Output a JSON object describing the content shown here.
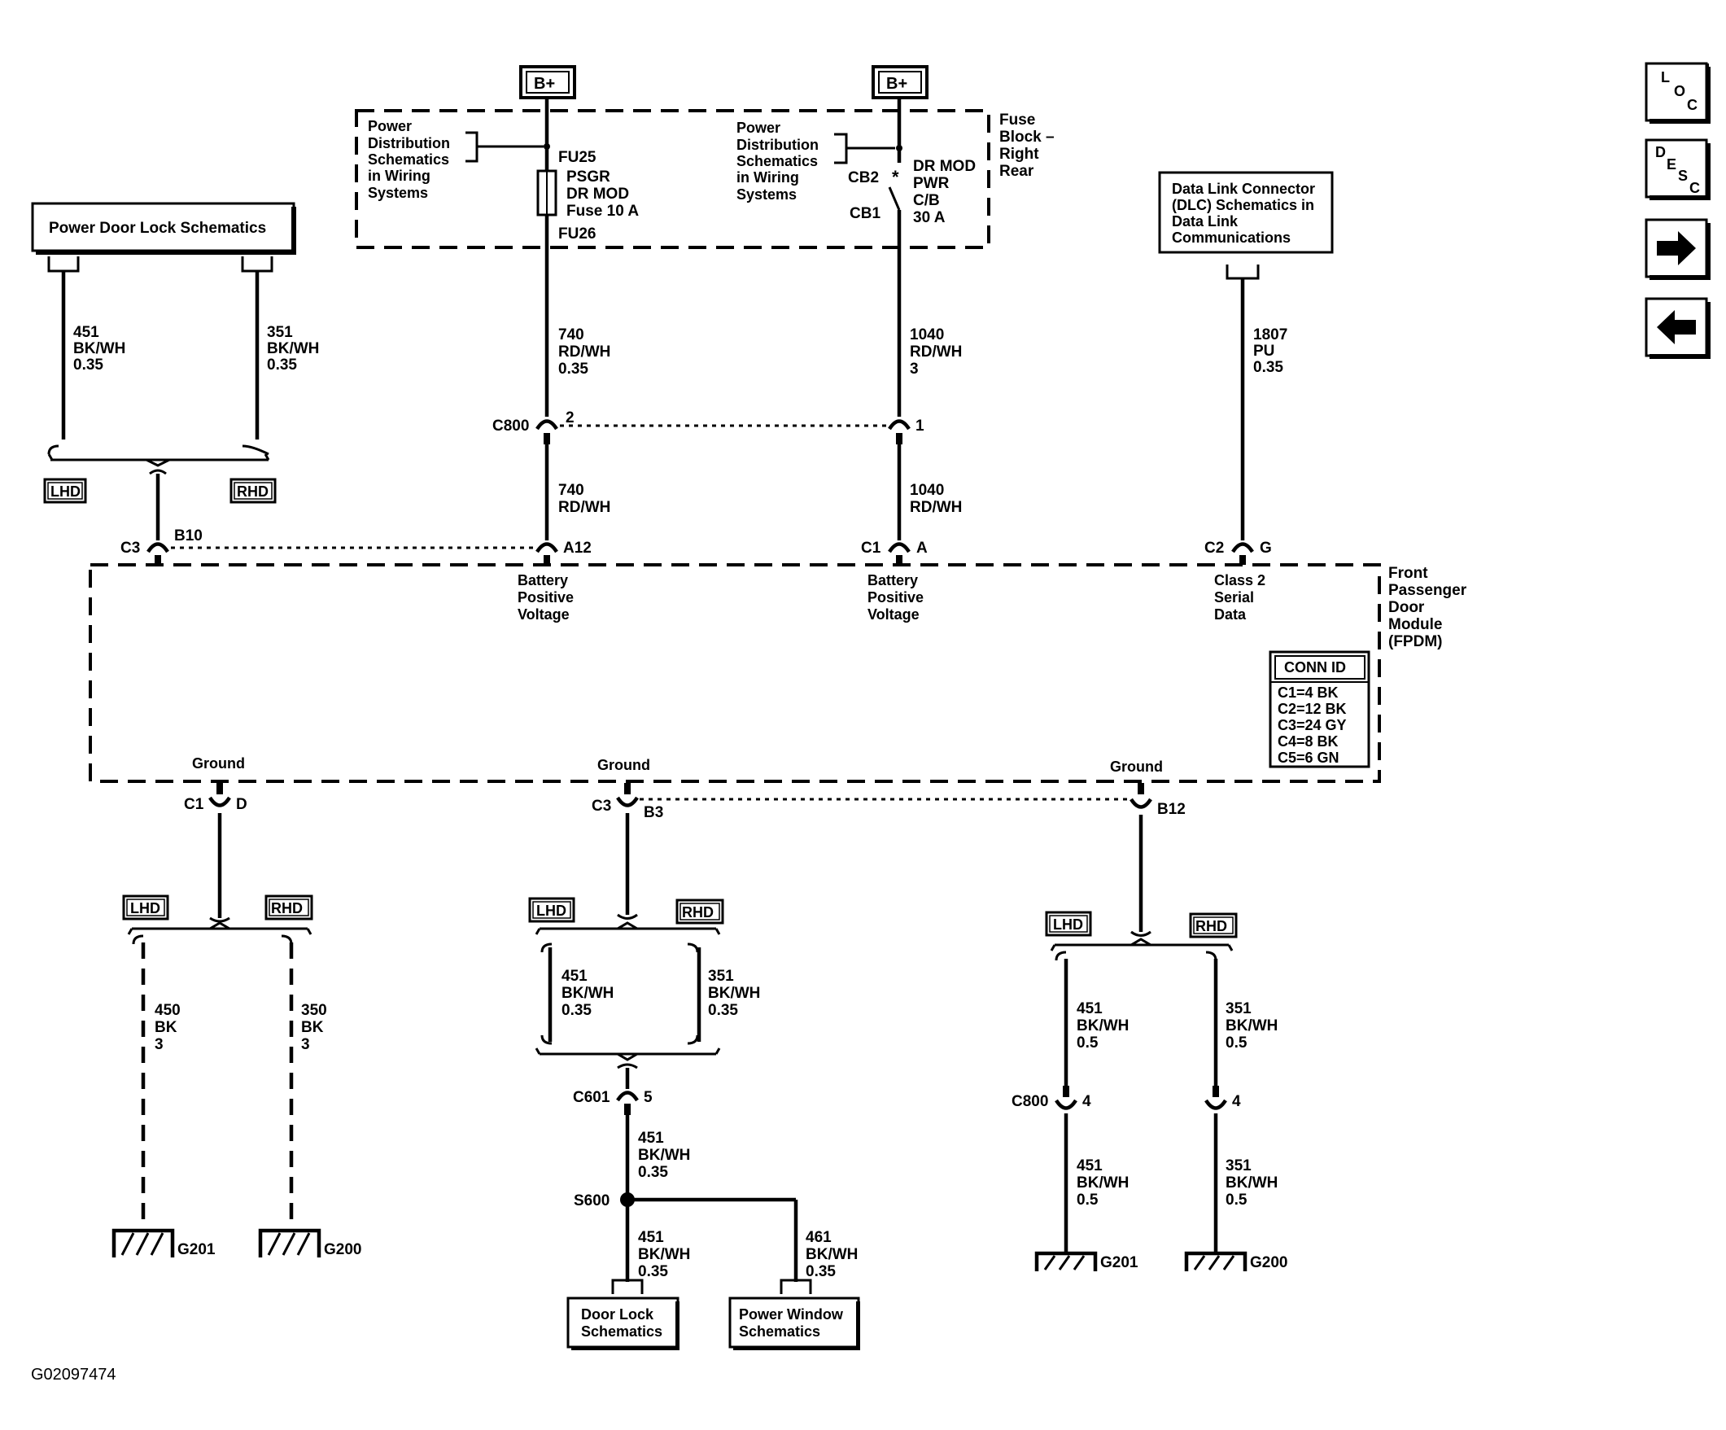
{
  "diagram_id": "G02097474",
  "nav": {
    "loc": [
      "L",
      "O",
      "C"
    ],
    "desc": [
      "D",
      "E",
      "S",
      "C"
    ],
    "forward_icon": "arrow-right-icon",
    "back_icon": "arrow-left-icon"
  },
  "supplies": {
    "b_plus": "B+"
  },
  "fuse_block": {
    "label": [
      "Fuse",
      "Block –",
      "Right",
      "Rear"
    ],
    "power_dist_left": [
      "Power",
      "Distribution",
      "Schematics",
      "in Wiring",
      "Systems"
    ],
    "power_dist_right": [
      "Power",
      "Distribution",
      "Schematics",
      "in Wiring",
      "Systems"
    ],
    "fu25": "FU25",
    "fuse_label": [
      "PSGR",
      "DR MOD",
      "Fuse 10 A"
    ],
    "fu26": "FU26",
    "cb2": "CB2",
    "cb1": "CB1",
    "cb_label": [
      "DR MOD",
      "PWR",
      "C/B",
      "30 A"
    ]
  },
  "refs": {
    "power_door_lock": "Power Door Lock Schematics",
    "dlc": [
      "Data Link Connector",
      "(DLC) Schematics in",
      "Data Link",
      "Communications"
    ],
    "door_lock": [
      "Door Lock",
      "Schematics"
    ],
    "power_window": [
      "Power Window",
      "Schematics"
    ]
  },
  "badges": {
    "lhd": "LHD",
    "rhd": "RHD"
  },
  "wires": {
    "w451_top": [
      "451",
      "BK/WH",
      "0.35"
    ],
    "w351_top": [
      "351",
      "BK/WH",
      "0.35"
    ],
    "w740_a": [
      "740",
      "RD/WH",
      "0.35"
    ],
    "w740_b": [
      "740",
      "RD/WH"
    ],
    "w1040_a": [
      "1040",
      "RD/WH",
      "3"
    ],
    "w1040_b": [
      "1040",
      "RD/WH"
    ],
    "w1807": [
      "1807",
      "PU",
      "0.35"
    ],
    "w450": [
      "450",
      "BK",
      "3"
    ],
    "w350": [
      "350",
      "BK",
      "3"
    ],
    "w451_mid": [
      "451",
      "BK/WH",
      "0.35"
    ],
    "w351_mid": [
      "351",
      "BK/WH",
      "0.35"
    ],
    "w451_c601": [
      "451",
      "BK/WH",
      "0.35"
    ],
    "w451_s600": [
      "451",
      "BK/WH",
      "0.35"
    ],
    "w461": [
      "461",
      "BK/WH",
      "0.35"
    ],
    "w451_r1": [
      "451",
      "BK/WH",
      "0.5"
    ],
    "w351_r1": [
      "351",
      "BK/WH",
      "0.5"
    ],
    "w451_r2": [
      "451",
      "BK/WH",
      "0.5"
    ],
    "w351_r2": [
      "351",
      "BK/WH",
      "0.5"
    ]
  },
  "connectors": {
    "c800": "C800",
    "c800_pin2": "2",
    "c800_pin1": "1",
    "c3": "C3",
    "b10": "B10",
    "a12": "A12",
    "c1": "C1",
    "pin_a": "A",
    "c2": "C2",
    "pin_g": "G",
    "c1_low": "C1",
    "pin_d": "D",
    "c3_low": "C3",
    "pin_b3": "B3",
    "pin_b12": "B12",
    "c601": "C601",
    "c601_pin": "5",
    "s600": "S600",
    "c800_low": "C800",
    "c800_low_pin": "4",
    "c800_low_pin2": "4"
  },
  "module": {
    "name": [
      "Front",
      "Passenger",
      "Door",
      "Module",
      "(FPDM)"
    ],
    "battery_1": [
      "Battery",
      "Positive",
      "Voltage"
    ],
    "battery_2": [
      "Battery",
      "Positive",
      "Voltage"
    ],
    "class2": [
      "Class 2",
      "Serial",
      "Data"
    ],
    "ground": "Ground",
    "conn_id_title": "CONN ID",
    "conn_id_rows": [
      "C1=4 BK",
      "C2=12 BK",
      "C3=24 GY",
      "C4=8 BK",
      "C5=6 GN"
    ]
  },
  "grounds": {
    "g201": "G201",
    "g200": "G200"
  }
}
